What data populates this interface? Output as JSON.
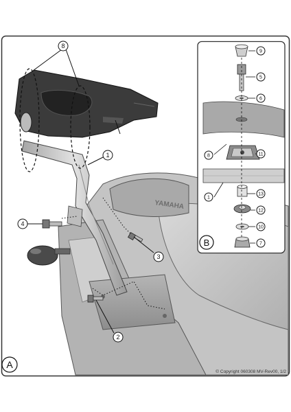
{
  "panels": {
    "main_label": "A",
    "inset_label": "B"
  },
  "main_callouts": [
    {
      "id": "c8a",
      "num": "8"
    },
    {
      "id": "c8b",
      "num": "8"
    },
    {
      "id": "c1",
      "num": "1"
    },
    {
      "id": "c4",
      "num": "4"
    },
    {
      "id": "c3",
      "num": "3"
    },
    {
      "id": "c2",
      "num": "2"
    }
  ],
  "inset_callouts": [
    {
      "id": "i9",
      "num": "9"
    },
    {
      "id": "i5",
      "num": "5"
    },
    {
      "id": "i6",
      "num": "6"
    },
    {
      "id": "i8",
      "num": "8"
    },
    {
      "id": "i11",
      "num": "11"
    },
    {
      "id": "i1",
      "num": "1"
    },
    {
      "id": "i13",
      "num": "13"
    },
    {
      "id": "i12",
      "num": "12"
    },
    {
      "id": "i10",
      "num": "10"
    },
    {
      "id": "i7",
      "num": "7"
    }
  ],
  "footer": {
    "copyright": "© Copyright 060308 MV-Rev00, 1/2"
  },
  "brand_mark": "YAMAHA",
  "colors": {
    "frame": "#333333",
    "bodywork": "#b9b9b9",
    "bodywork_light": "#d4d4d4",
    "rack": "#3c3c3c",
    "tube": "#c8c8c8",
    "plate": "#9a9a9a"
  }
}
